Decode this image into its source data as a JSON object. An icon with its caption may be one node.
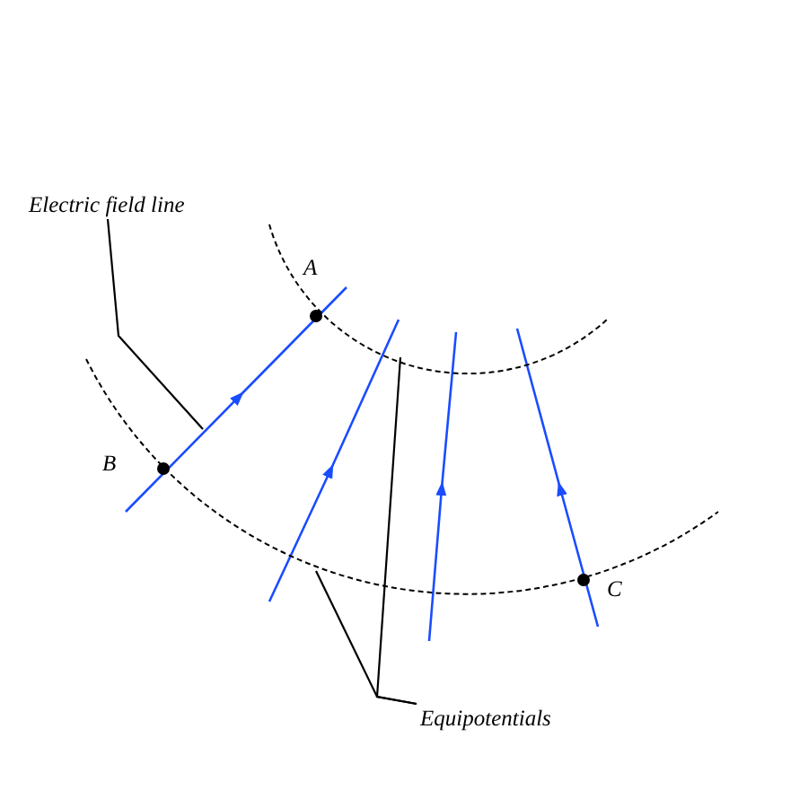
{
  "diagram": {
    "nodes": [
      {
        "text": [
          "Electric field line"
        ]
      },
      {
        "text": [],
        "shape": "line"
      },
      {
        "text": [],
        "shape": "line"
      },
      {
        "text": [],
        "shape": "line"
      },
      {
        "text": [],
        "shape": "line"
      },
      {
        "text": [
          "Equipotentials"
        ]
      },
      {
        "text": [],
        "shape": "arc"
      },
      {
        "text": [],
        "shape": "arc"
      }
    ],
    "edges": [
      {
        "from": 0,
        "to": 1,
        "arrow": "none"
      },
      {
        "from": 5,
        "to": 6,
        "arrow": "none"
      },
      {
        "from": 5,
        "to": 7,
        "arrow": "none"
      }
    ],
    "labels": [
      "A",
      "B",
      "C"
    ]
  }
}
